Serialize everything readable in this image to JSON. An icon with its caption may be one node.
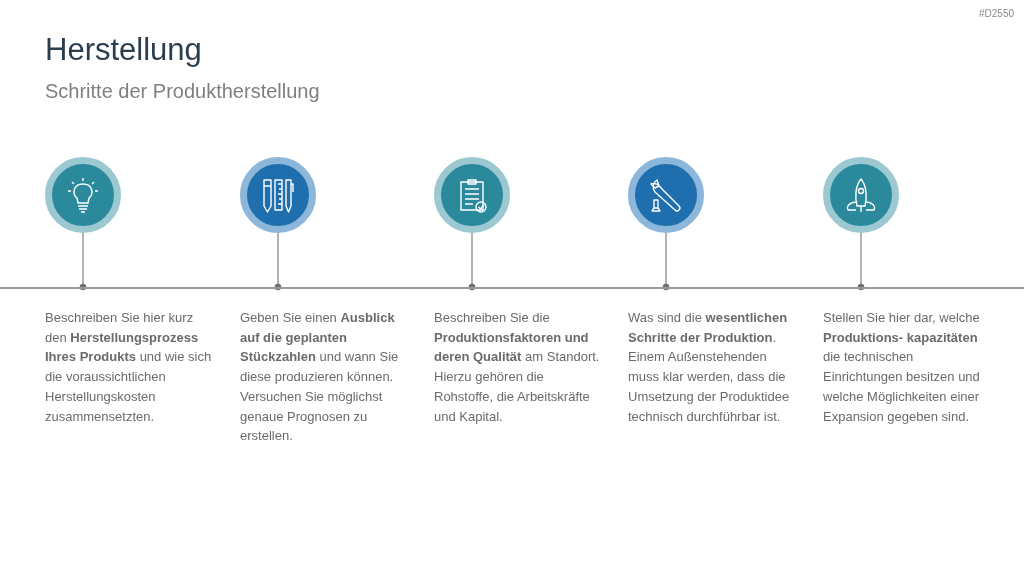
{
  "diagram": {
    "title": "Herstellung",
    "nodes": [
      {
        "text": [],
        "shape": "circle"
      },
      {
        "text": [],
        "shape": "circle"
      },
      {
        "text": [],
        "shape": "circle"
      },
      {
        "text": [],
        "shape": "circle"
      },
      {
        "text": [],
        "shape": "circle"
      },
      {
        "text": [],
        "shape": "bar"
      }
    ],
    "edges": [
      {
        "from": 0,
        "to": 5,
        "arrow": "other"
      },
      {
        "from": 1,
        "to": 5,
        "arrow": "other"
      },
      {
        "from": 2,
        "to": 5,
        "arrow": "other"
      },
      {
        "from": 3,
        "to": 5,
        "arrow": "other"
      },
      {
        "from": 4,
        "to": 5,
        "arrow": "other"
      }
    ],
    "labels": [
      "#D2550",
      "Schritte der Produktherstellung",
      "Beschreiben Sie hier kurz den **Herstellungsprozess Ihres Produkts** und wie sich die voraussichtlichen Herstellungskosten zusammensetzten.",
      "Geben Sie einen **Ausblick auf die geplanten Stückzahlen** und wann Sie diese produzieren können. Versuchen Sie möglichst genaue Prognosen zu erstellen.",
      "Beschreiben Sie die **Produktionsfaktoren und deren Qualität** am Standort. Hierzu gehören die Rohstoffe, die Arbeitskräfte und Kapital.",
      "Was sind die **wesentlichen Schritte der Produktion**. Einem Außenstehenden muss klar werden, dass die Umsetzung der Produktidee technisch durchführbar ist.",
      "Stellen Sie hier dar, welche **Produktions- kapazitäten** die technischen Einrichtungen besitzen und welche Möglichkeiten einer Expansion gegeben sind."
    ]
  }
}
